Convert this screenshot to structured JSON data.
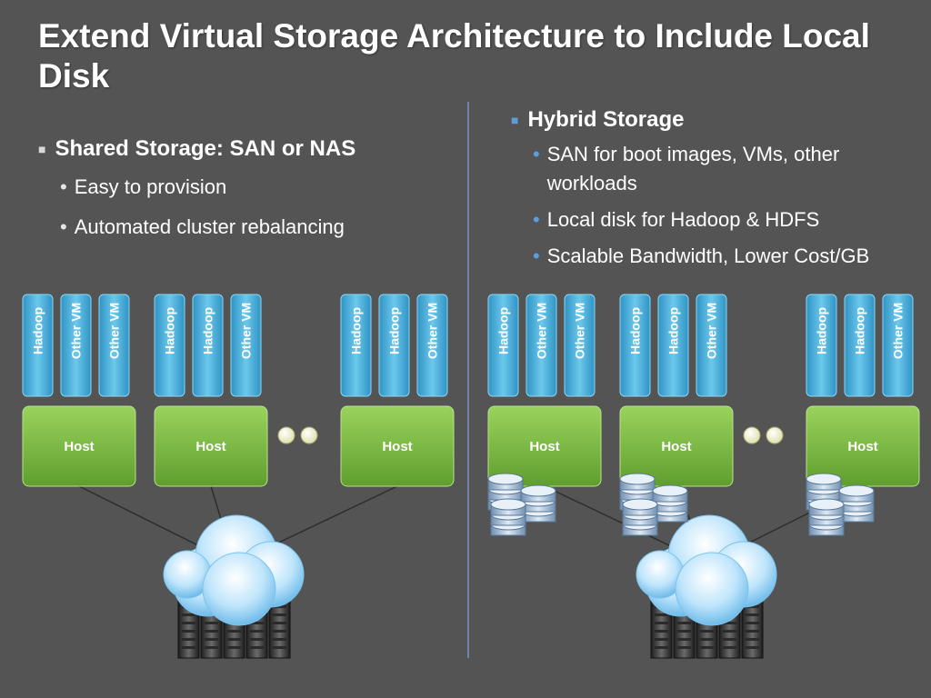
{
  "title": "Extend Virtual Storage Architecture to Include Local Disk",
  "left": {
    "heading": "Shared Storage: SAN or NAS",
    "items": [
      "Easy to provision",
      "Automated cluster rebalancing"
    ],
    "hosts": [
      {
        "label": "Host",
        "vms": [
          "Hadoop",
          "Other VM",
          "Other VM"
        ]
      },
      {
        "label": "Host",
        "vms": [
          "Hadoop",
          "Hadoop",
          "Other VM"
        ]
      },
      {
        "label": "Host",
        "vms": [
          "Hadoop",
          "Hadoop",
          "Other VM"
        ]
      }
    ]
  },
  "right": {
    "heading": "Hybrid Storage",
    "items": [
      "SAN for boot images, VMs, other workloads",
      "Local disk for Hadoop & HDFS",
      "Scalable Bandwidth, Lower Cost/GB"
    ],
    "hosts": [
      {
        "label": "Host",
        "vms": [
          "Hadoop",
          "Other VM",
          "Other VM"
        ]
      },
      {
        "label": "Host",
        "vms": [
          "Hadoop",
          "Hadoop",
          "Other VM"
        ]
      },
      {
        "label": "Host",
        "vms": [
          "Hadoop",
          "Hadoop",
          "Other VM"
        ]
      }
    ]
  },
  "colors": {
    "background": "#545454",
    "vm_blue": "#3fb0dc",
    "host_green": "#7cc142",
    "cloud": "#9ed3f5",
    "divider": "#6c87a8"
  },
  "icons": [
    "cloud-icon",
    "server-rack-icon",
    "disk-stack-icon",
    "ellipsis-dots-icon"
  ]
}
